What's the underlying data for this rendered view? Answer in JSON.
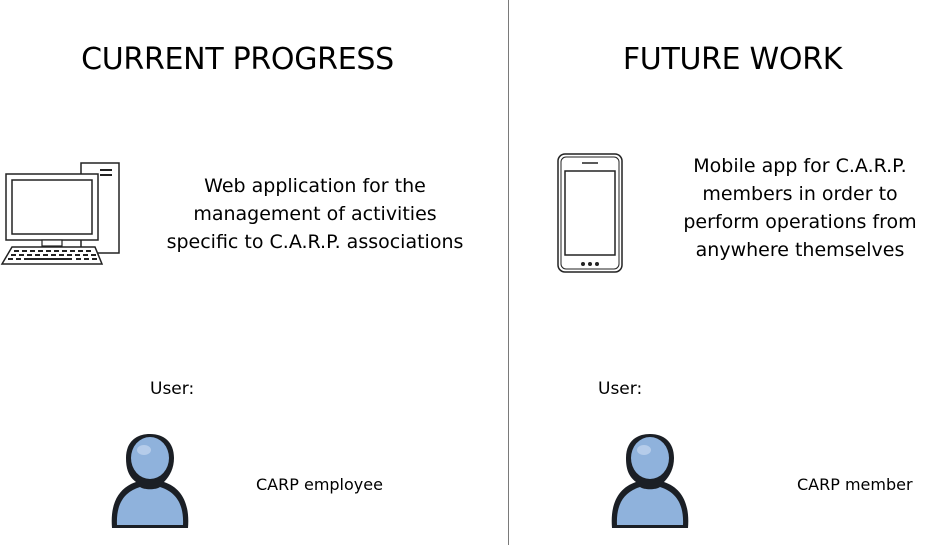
{
  "left": {
    "title": "CURRENT PROGRESS",
    "description": [
      "Web application for  the",
      "management  of  activities",
      "specific to C.A.R.P. associations"
    ],
    "device_icon": "desktop-computer-icon",
    "user_label": "User:",
    "user_icon": "user-icon",
    "user_role": "CARP employee"
  },
  "right": {
    "title": "FUTURE WORK",
    "description": [
      "Mobile app for C.A.R.P.",
      "members in order to",
      "perform operations from",
      "anywhere themselves"
    ],
    "device_icon": "mobile-phone-icon",
    "user_label": "User:",
    "user_icon": "user-icon",
    "user_role": "CARP member"
  },
  "colors": {
    "user_icon_fill": "#8fb2dc",
    "user_icon_stroke": "#1b1f25",
    "divider": "#7a7a7a"
  }
}
